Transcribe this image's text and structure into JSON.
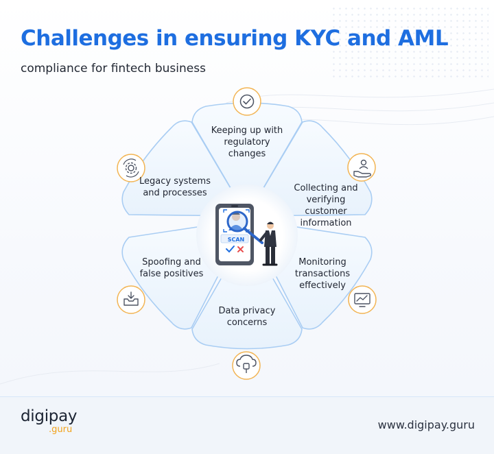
{
  "title": "Challenges in ensuring KYC and AML",
  "subtitle": "compliance for fintech business",
  "colors": {
    "title_blue": "#1e6ee0",
    "petal_border": "#a9cdf3",
    "icon_border": "#f2b453",
    "accent_red": "#e94e4e",
    "accent_orange": "#f2a21a"
  },
  "segments": [
    {
      "id": "regulatory",
      "label": "Keeping up with regulatory changes",
      "icon": "check-circle-icon"
    },
    {
      "id": "verifying",
      "label": "Collecting and verifying customer information",
      "icon": "hand-user-icon"
    },
    {
      "id": "monitoring",
      "label": "Monitoring transactions effectively",
      "icon": "monitor-chart-icon"
    },
    {
      "id": "privacy",
      "label": "Data privacy concerns",
      "icon": "cloud-lock-icon"
    },
    {
      "id": "spoofing",
      "label": "Spoofing and false positives",
      "icon": "inbox-download-icon"
    },
    {
      "id": "legacy",
      "label": "Legacy systems and processes",
      "icon": "gear-refresh-icon"
    }
  ],
  "center": {
    "scan_label": "SCAN",
    "icon": "id-scan-magnifier-icon"
  },
  "footer": {
    "logo_main": "digipay",
    "logo_sub": ".guru",
    "website": "www.digipay.guru"
  }
}
